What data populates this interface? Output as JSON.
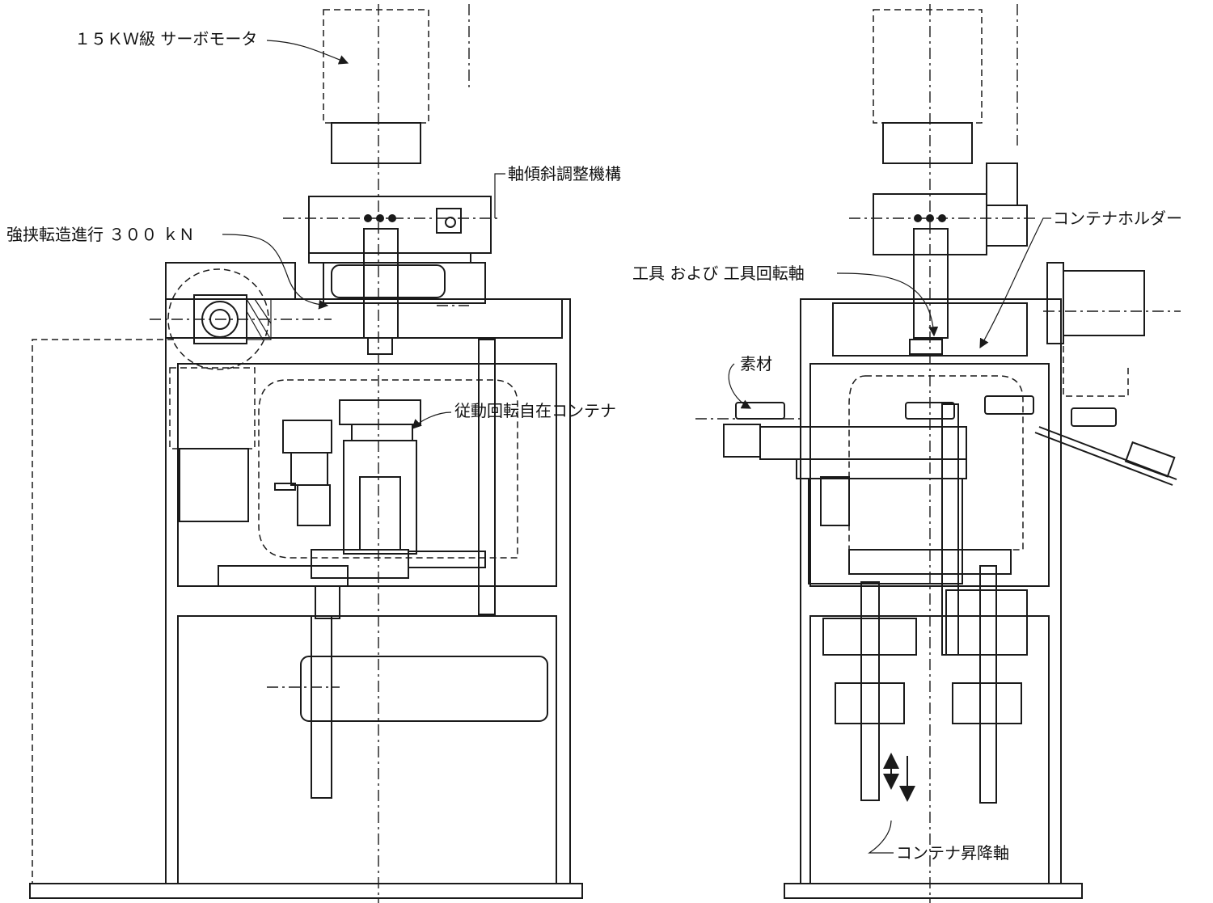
{
  "labels": {
    "servo_motor": "１５ＫＷ級 サーボモータ",
    "axis_tilt": "軸傾斜調整機構",
    "forging_force": "強挟転造進行 ３００ ｋＮ",
    "driven_container": "従動回転自在コンテナ",
    "container_holder": "コンテナホルダー",
    "tool_shaft": "工具 および 工具回転軸",
    "material": "素材",
    "container_lift": "コンテナ昇降軸"
  }
}
